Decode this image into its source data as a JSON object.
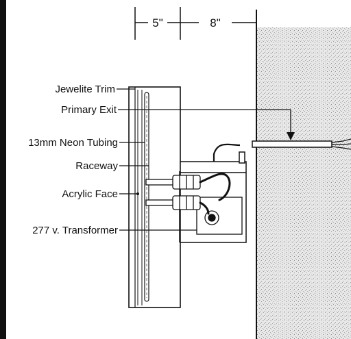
{
  "dimensions": {
    "depth_sign": "5\"",
    "depth_raceway": "8\""
  },
  "labels": {
    "jewelite_trim": "Jewelite Trim",
    "primary_exit": "Primary Exit",
    "neon_tubing": "13mm Neon Tubing",
    "raceway": "Raceway",
    "acrylic_face": "Acrylic Face",
    "transformer": "277 v. Transformer"
  },
  "colors": {
    "ink": "#111111",
    "wall_fill": "#e4e4e4",
    "wall_stipple": "#9a9a9a",
    "background": "#ffffff"
  }
}
